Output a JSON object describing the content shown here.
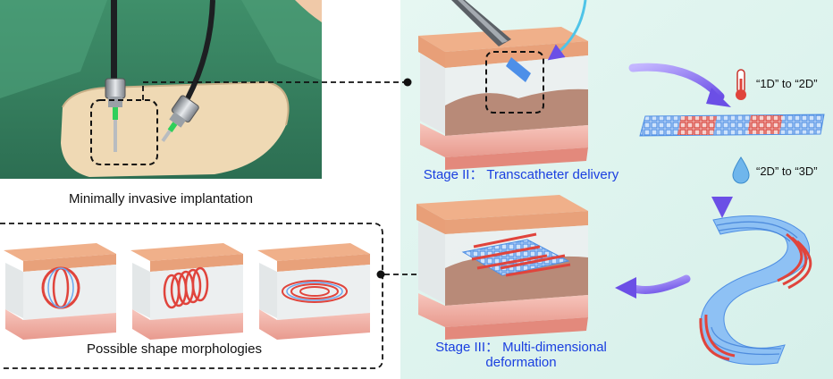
{
  "labels": {
    "implantation": "Minimally invasive implantation",
    "morphologies": "Possible shape morphologies",
    "stage2": "Stage II： Transcatheter delivery",
    "stage3_line1": "Stage III： Multi-dimensional",
    "stage3_line2": "deformation",
    "step1": "“1D” to “2D”",
    "step2": "“2D” to “3D”"
  },
  "icons": [
    "thermometer-icon",
    "water-drop-icon"
  ],
  "colors": {
    "skin": "#f2b48c",
    "tissue": "#f4b8b0",
    "mesh_blue": "#6aa8f0",
    "mesh_red": "#e0443c",
    "arrow": "#8a6ef0",
    "stage_text": "#1a3fe0",
    "panel_bg": "#dff4ef"
  }
}
